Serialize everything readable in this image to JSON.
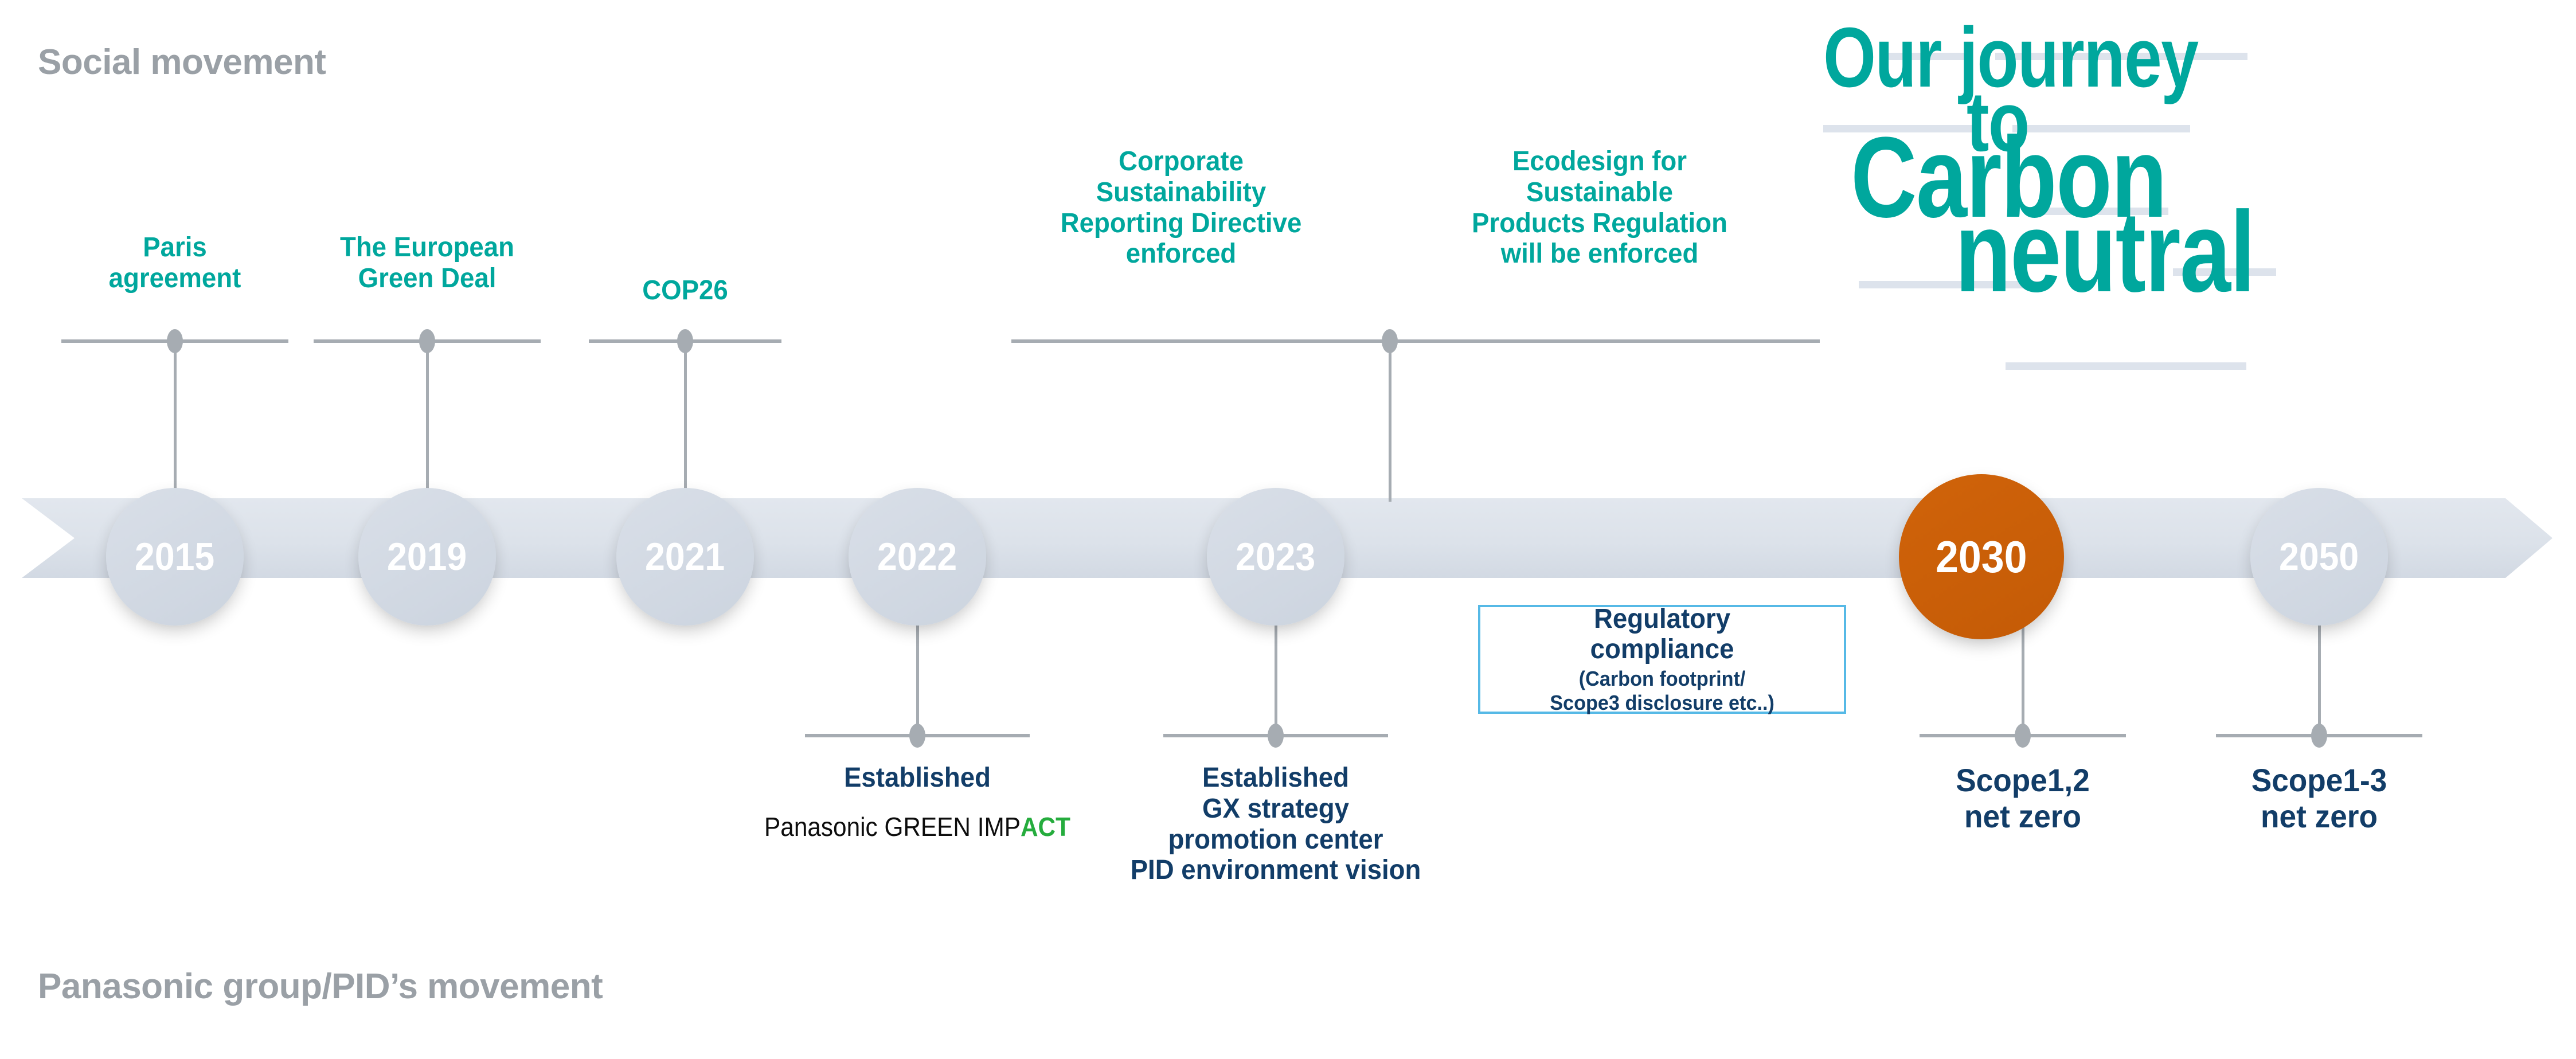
{
  "sections": {
    "top_left_label": "Social movement",
    "bottom_left_label": "Panasonic group/PID’s movement"
  },
  "headline": {
    "line1": "Our journey",
    "line2": "to",
    "line3": "Carbon",
    "line4": "neutral",
    "full": "Our journey to Carbon neutral",
    "color": "#00a79d"
  },
  "colors": {
    "teal": "#00a79d",
    "navy": "#123d68",
    "gold": "#e8a00c",
    "orange": "#f7862a",
    "orange_ring": "#c45b06",
    "grey_ring": "#d3dae3",
    "ribbon": "#dde3ec",
    "connector": "#a6acb2",
    "box_border": "#56b9e6",
    "impact_green": "#25ac3d",
    "section_label": "#9aa0a6"
  },
  "timeline": {
    "nodes": [
      {
        "year": "2015",
        "style": "gold",
        "ring": "grey"
      },
      {
        "year": "2019",
        "style": "gold",
        "ring": "grey"
      },
      {
        "year": "2021",
        "style": "gold",
        "ring": "grey"
      },
      {
        "year": "2022",
        "style": "gold",
        "ring": "grey"
      },
      {
        "year": "2023",
        "style": "gold",
        "ring": "grey"
      },
      {
        "year": "2030",
        "style": "orange",
        "ring": "dark"
      },
      {
        "year": "2050",
        "style": "orange",
        "ring": "grey"
      }
    ]
  },
  "labels_above": [
    {
      "key": "paris",
      "text": "Paris\nagreement",
      "year": "2015"
    },
    {
      "key": "green_deal",
      "text": "The European\nGreen Deal",
      "year": "2019"
    },
    {
      "key": "cop26",
      "text": "COP26",
      "year": "2021"
    },
    {
      "key": "csrd",
      "text": "Corporate\nSustainability\nReporting Directive\nenforced",
      "year": "2023"
    },
    {
      "key": "espr",
      "text": "Ecodesign for\nSustainable\nProducts Regulation\nwill be enforced",
      "year": "2023"
    }
  ],
  "labels_below": [
    {
      "key": "gi",
      "title": "Established",
      "year": "2022"
    },
    {
      "key": "gx",
      "text": "Established\nGX strategy\npromotion center\nPID environment vision",
      "year": "2023"
    },
    {
      "key": "scope12",
      "text": "Scope1,2\nnet zero",
      "year": "2030"
    },
    {
      "key": "scope13",
      "text": "Scope1-3\nnet zero",
      "year": "2050"
    }
  ],
  "green_impact": {
    "prefix": "Panasonic GREEN IMP",
    "suffix": "ACT"
  },
  "regulatory_box": {
    "title": "Regulatory\ncompliance",
    "subtitle": "(Carbon footprint/\nScope3 disclosure etc..)"
  }
}
